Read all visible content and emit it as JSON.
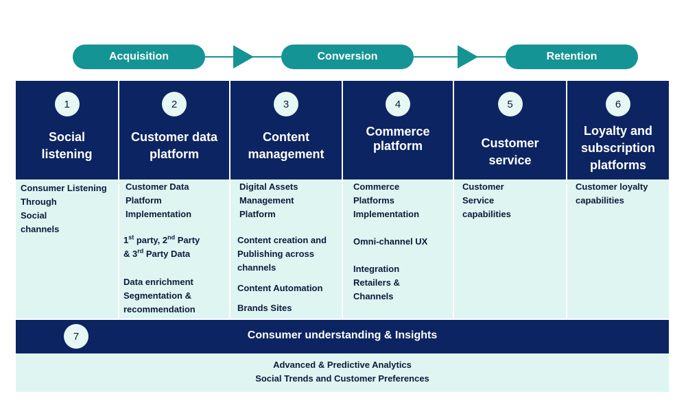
{
  "stages": {
    "acquisition": "Acquisition",
    "conversion": "Conversion",
    "retention": "Retention"
  },
  "columns": [
    {
      "number": "1",
      "title_lines": [
        "Social",
        "listening"
      ],
      "items": [
        "Consumer Listening",
        "Through",
        "Social",
        "channels"
      ]
    },
    {
      "number": "2",
      "title_lines": [
        "Customer data",
        "platform"
      ],
      "items": [
        "Customer Data",
        "Platform",
        "Implementation"
      ],
      "party_line1": [
        "1",
        "st",
        " party, 2",
        "nd",
        " Party"
      ],
      "party_line2": [
        "& 3",
        "rd",
        " Party Data"
      ],
      "items2": [
        "Data enrichment",
        "Segmentation &",
        "recommendation"
      ]
    },
    {
      "number": "3",
      "title_lines": [
        "Content",
        "management"
      ],
      "items": [
        "Digital Assets",
        "Management",
        "Platform"
      ],
      "items2": [
        "Content creation and",
        "Publishing across",
        "channels"
      ],
      "items3": [
        "Content Automation"
      ],
      "items4": [
        "Brands Sites"
      ]
    },
    {
      "number": "4",
      "title_lines": [
        "Commerce",
        "platform"
      ],
      "items": [
        "Commerce",
        "Platforms",
        "Implementation"
      ],
      "items2": [
        "Omni-channel UX"
      ],
      "items3": [
        "Integration",
        "Retailers &",
        "Channels"
      ]
    },
    {
      "number": "5",
      "title_lines": [
        "Customer",
        "service"
      ],
      "items": [
        "Customer",
        "Service",
        "capabilities"
      ]
    },
    {
      "number": "6",
      "title_lines": [
        "Loyalty and",
        "subscription",
        "platforms"
      ],
      "items": [
        "Customer loyalty",
        "capabilities"
      ]
    }
  ],
  "band": {
    "number": "7",
    "title": "Consumer understanding & Insights",
    "lines": [
      "Advanced & Predictive Analytics",
      "Social Trends and Customer Preferences"
    ]
  },
  "colors": {
    "navy": "#0c2461",
    "teal": "#149494",
    "mint": "#dff5f1"
  }
}
